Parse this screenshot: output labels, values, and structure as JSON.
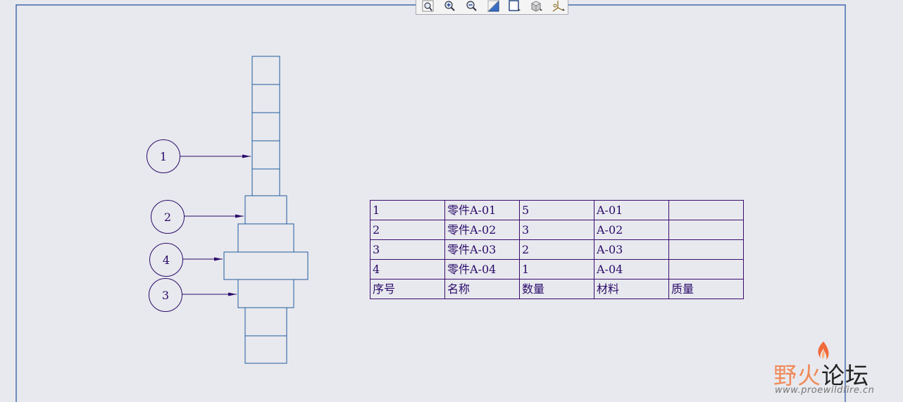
{
  "toolbar": {
    "buttons": [
      {
        "icon": "refit-icon"
      },
      {
        "icon": "zoom-in-icon"
      },
      {
        "icon": "zoom-out-icon"
      },
      {
        "icon": "repaint-icon"
      },
      {
        "icon": "orient-icon"
      },
      {
        "icon": "display-style-icon"
      },
      {
        "icon": "datum-display-icon"
      }
    ]
  },
  "balloons": [
    {
      "label": "1"
    },
    {
      "label": "2"
    },
    {
      "label": "4"
    },
    {
      "label": "3"
    }
  ],
  "bom_table": {
    "rows": [
      [
        "1",
        "零件A-01",
        "5",
        "A-01",
        ""
      ],
      [
        "2",
        "零件A-02",
        "3",
        "A-02",
        ""
      ],
      [
        "3",
        "零件A-03",
        "2",
        "A-03",
        ""
      ],
      [
        "4",
        "零件A-04",
        "1",
        "A-04",
        ""
      ]
    ],
    "header": [
      "序号",
      "名称",
      "数量",
      "材料",
      "质量"
    ]
  },
  "watermark": {
    "title_part1": "野火",
    "title_part2": "论坛",
    "url": "www.proewildfire.cn"
  },
  "colors": {
    "background": "#e8e9ee",
    "frame": "#1f4f9e",
    "geometry": "#1f5a9e",
    "annotation": "#2a0a6a"
  }
}
